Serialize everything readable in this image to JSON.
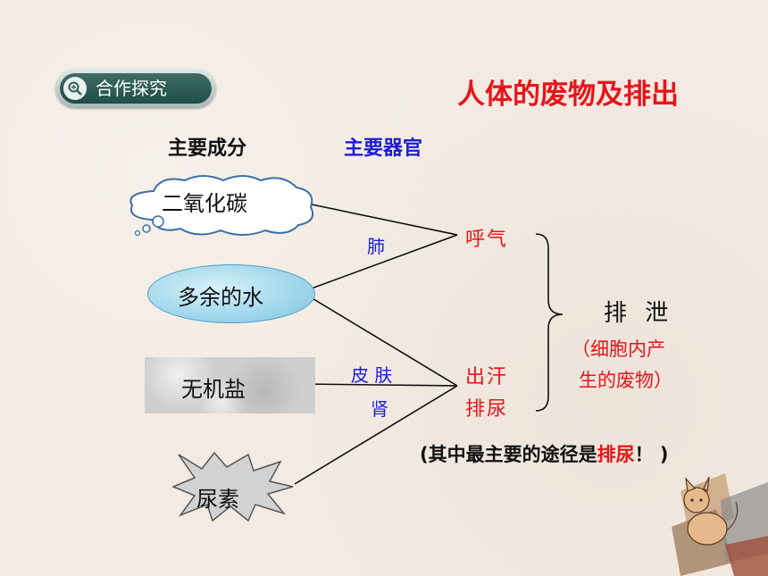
{
  "badge": {
    "label": "合作探究"
  },
  "title": "人体的废物及排出",
  "columns": {
    "components": "主要成分",
    "organs": "主要器官"
  },
  "components": [
    "二氧化碳",
    "多余的水",
    "无机盐",
    "尿素"
  ],
  "organs": {
    "lung": "肺",
    "skin": "皮  肤",
    "kidney": "肾"
  },
  "routes": {
    "breath": "呼气",
    "sweat": "出汗",
    "urine": "排尿"
  },
  "excretion": {
    "label": "排  泄",
    "note_line1": "（细胞内产",
    "note_line2": "生的废物）"
  },
  "bottom_note": {
    "prefix": "(其中最主要的途径是",
    "highlight": "排尿",
    "suffix": "！ )"
  }
}
